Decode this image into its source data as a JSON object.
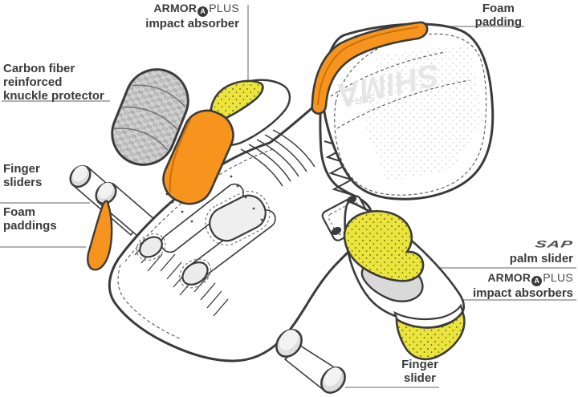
{
  "canvas": {
    "background": "#ffffff"
  },
  "colors": {
    "outline": "#3b3b3b",
    "accent_orange": "#F7941E",
    "absorber_yellow": "#EAE43C",
    "slider_gray": "#DCDCDC",
    "carbon_gray": "#CDCDCD",
    "leader_line": "#979797",
    "label_text": "#3a3a3a",
    "glove_watermark": "#E6E6E6"
  },
  "callouts": {
    "impact_absorber_top": {
      "brand_bold": "ARMOR",
      "brand_badge": "A",
      "brand_light": "PLUS",
      "label": "impact absorber"
    },
    "foam_padding_top": {
      "line1": "Foam",
      "line2": "padding"
    },
    "knuckle_protector": {
      "line1": "Carbon fiber",
      "line2": "reinforced",
      "line3": "knuckle protector"
    },
    "finger_sliders": {
      "line1": "Finger",
      "line2": "sliders"
    },
    "foam_paddings": {
      "line1": "Foam",
      "line2": "paddings"
    },
    "palm_slider": {
      "brand": "SAP",
      "label": "palm slider"
    },
    "impact_absorbers_bottom": {
      "brand_bold": "ARMOR",
      "brand_badge": "A",
      "brand_light": "PLUS",
      "label": "impact absorbers"
    },
    "finger_slider_bottom": {
      "line1": "Finger",
      "line2": "slider"
    }
  },
  "glove_markings": {
    "brand": "SHIMA",
    "model": "STR-2"
  }
}
